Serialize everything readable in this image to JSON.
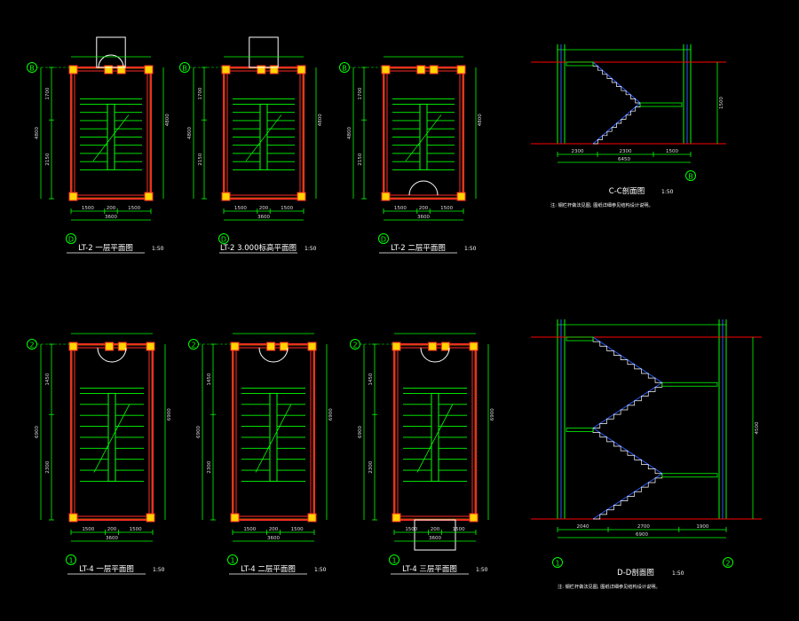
{
  "colors": {
    "background": "#000000",
    "wall": "#ff2a2a",
    "column": "#ffd400",
    "dimension": "#00ff00",
    "stair": "#00ff00",
    "axis": "#00ff00",
    "section_slope": "#2a5bff",
    "text": "#ffffff",
    "small_text": "#dcdcdc",
    "section_line": "#ff0000"
  },
  "plans": [
    {
      "id": "plan-lt2-ground",
      "title": "LT-2 一层平面图",
      "scale": "1:50",
      "axis_top": "B",
      "axis_bottom": "D",
      "w1": "1500",
      "w2": "200",
      "w3": "1500",
      "w_total": "3600",
      "h_total": "4800",
      "h_parts": [
        "1700",
        "2150"
      ]
    },
    {
      "id": "plan-lt2-mid",
      "title": "LT-2 3.000标高平面图",
      "scale": "1:50",
      "axis_top": "B",
      "axis_bottom": "D",
      "w1": "1500",
      "w2": "200",
      "w3": "1500",
      "w_total": "3600",
      "h_total": "4800",
      "h_parts": [
        "1700",
        "2150"
      ]
    },
    {
      "id": "plan-lt2-second",
      "title": "LT-2 二层平面图",
      "scale": "1:50",
      "axis_top": "B",
      "axis_bottom": "D",
      "w1": "1500",
      "w2": "200",
      "w3": "1500",
      "w_total": "3600",
      "h_total": "4800",
      "h_parts": [
        "1700",
        "2150"
      ]
    },
    {
      "id": "plan-lt4-ground",
      "title": "LT-4 一层平面图",
      "scale": "1:50",
      "axis_top": "2",
      "axis_bottom": "1",
      "w1": "1500",
      "w2": "200",
      "w3": "1500",
      "w_total": "3600",
      "h_total": "6900",
      "h_parts": [
        "1450",
        "2300"
      ]
    },
    {
      "id": "plan-lt4-second",
      "title": "LT-4 二层平面图",
      "scale": "1:50",
      "axis_top": "2",
      "axis_bottom": "1",
      "w1": "1500",
      "w2": "200",
      "w3": "1500",
      "w_total": "3600",
      "h_total": "6900",
      "h_parts": [
        "1450",
        "2300"
      ]
    },
    {
      "id": "plan-lt4-third",
      "title": "LT-4 三层平面图",
      "scale": "1:50",
      "axis_top": "2",
      "axis_bottom": "1",
      "w1": "1500",
      "w2": "200",
      "w3": "1500",
      "w_total": "3600",
      "h_total": "6900",
      "h_parts": [
        "1450",
        "2300"
      ]
    }
  ],
  "sections": [
    {
      "id": "section-cc",
      "title": "C-C剖面图",
      "scale": "1:50",
      "note": "注: 钢栏杆做法见图, 图纸详细参见结构设计说明。",
      "axis": "B",
      "dims_bottom": [
        "2300",
        "2300",
        "1500"
      ],
      "dim_total": "6450",
      "height": "1500"
    },
    {
      "id": "section-dd",
      "title": "D-D剖面图",
      "scale": "1:50",
      "note": "注: 钢栏杆做法见图, 图纸详细参见结构设计说明。",
      "axis_left": "1",
      "axis_right": "2",
      "dims_bottom": [
        "2040",
        "2700",
        "1900"
      ],
      "dim_total": "6900",
      "height": "4500"
    }
  ]
}
